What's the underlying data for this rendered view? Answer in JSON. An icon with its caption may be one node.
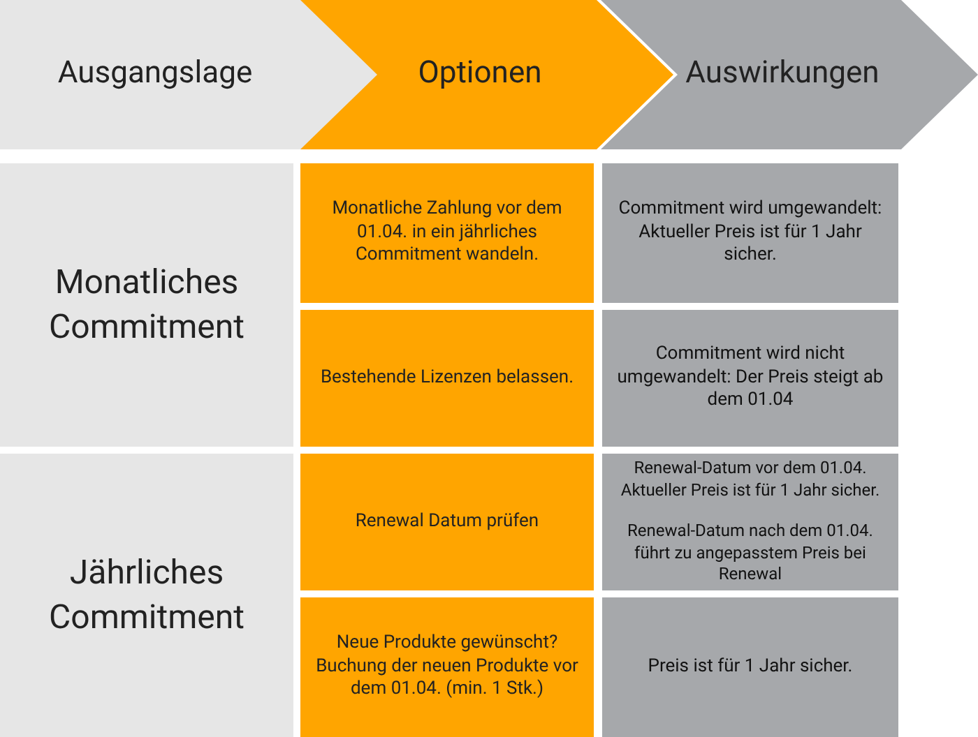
{
  "diagram": {
    "nodes": [
      {
        "text": [
          "Ausgangslage"
        ]
      },
      {
        "text": [
          "Optionen"
        ]
      },
      {
        "text": [
          "Auswirkungen"
        ]
      },
      {
        "text": [
          "Monatliches Commitment"
        ]
      },
      {
        "text": [
          "Jährliches Commitment"
        ]
      },
      {
        "text": [
          "Monatliche Zahlung vor dem 01.04. in ein jährliches Commitment wandeln."
        ]
      },
      {
        "text": [
          "Bestehende Lizenzen belassen."
        ]
      },
      {
        "text": [
          "Renewal Datum prüfen"
        ]
      },
      {
        "text": [
          "Neue Produkte gewünscht? Buchung der neuen Produkte vor dem 01.04. (min. 1 Stk.)"
        ]
      },
      {
        "text": [
          "Commitment wird umgewandelt: Aktueller Preis ist für 1 Jahr sicher."
        ]
      },
      {
        "text": [
          "Commitment wird nicht umgewandelt: Der Preis steigt ab dem 01.04"
        ]
      },
      {
        "text": [
          "Renewal-Datum vor dem 01.04. Aktueller Preis ist für 1 Jahr sicher.",
          "Renewal-Datum nach dem 01.04. führt zu angepasstem Preis bei Renewal"
        ]
      },
      {
        "text": [
          "Preis ist für 1 Jahr sicher."
        ]
      }
    ]
  }
}
